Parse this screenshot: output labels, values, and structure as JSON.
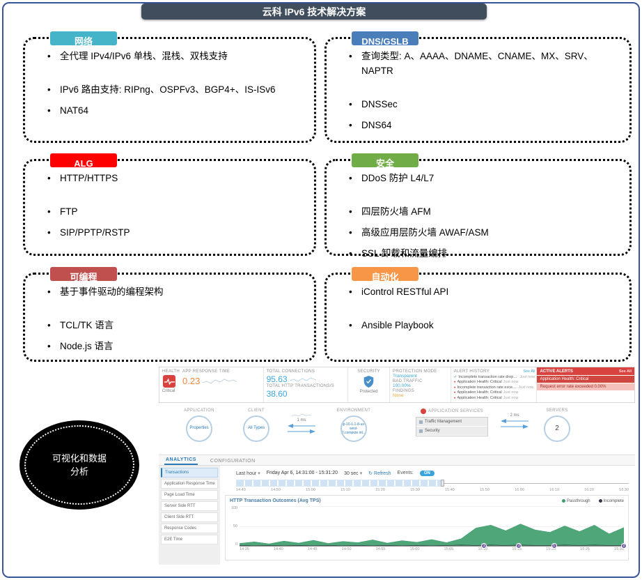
{
  "slide": {
    "title": "云科 IPv6 技术解决方案"
  },
  "boxes": [
    {
      "id": "network",
      "label": "网络",
      "color": "#45b4c8",
      "items": [
        "全代理 IPv4/IPv6 单栈、混栈、双栈支持",
        "IPv6 路由支持: RIPng、OSPFv3、BGP4+、IS-ISv6",
        "NAT64"
      ]
    },
    {
      "id": "dns",
      "label": "DNS/GSLB",
      "color": "#4a7ebb",
      "items": [
        "查询类型: A、AAAA、DNAME、CNAME、MX、SRV、NAPTR",
        "DNSSec",
        "DNS64"
      ]
    },
    {
      "id": "alg",
      "label": "ALG",
      "color": "#fe0000",
      "items": [
        "HTTP/HTTPS",
        "FTP",
        "SIP/PPTP/RSTP"
      ]
    },
    {
      "id": "security",
      "label": "安全",
      "color": "#70ad47",
      "items": [
        "DDoS 防护 L4/L7",
        "四层防火墙 AFM",
        "高级应用层防火墙 AWAF/ASM",
        "SSL 卸载和流量编排"
      ]
    },
    {
      "id": "programmable",
      "label": "可编程",
      "color": "#c0504d",
      "items": [
        "基于事件驱动的编程架构",
        "TCL/TK 语言",
        "Node.js 语言"
      ]
    },
    {
      "id": "automation",
      "label": "自动化",
      "color": "#f79646",
      "items": [
        "iControl RESTful API",
        "Ansible Playbook"
      ]
    }
  ],
  "badge": {
    "text": "可视化和数据分析"
  },
  "dashboard": {
    "health": {
      "label": "HEALTH",
      "status": "Critical",
      "metric_label": "APP RESPONSE TIME",
      "metric_value": "0.23"
    },
    "totals": {
      "connections_label": "TOTAL CONNECTIONS",
      "connections_value": "95.63",
      "transactions_label": "TOTAL HTTP TRANSACTIONS/S",
      "transactions_value": "38.60"
    },
    "security": {
      "label": "SECURITY",
      "status": "Protected",
      "pairs": [
        {
          "label": "PROTECTION MODE",
          "value": "Transparent",
          "color": "#3ba7dc"
        },
        {
          "label": "BAD TRAFFIC",
          "value": "100.00%",
          "color": "#3ba7dc"
        },
        {
          "label": "FINDINGS",
          "value": "None",
          "color": "#f0a43c"
        }
      ]
    },
    "alert_history": {
      "label": "ALERT HISTORY",
      "see_all": "See All",
      "items": [
        {
          "icon": "check",
          "text": "Incomplete transaction rate dropped below 0...",
          "time": "Just now"
        },
        {
          "icon": "dot",
          "text": "Application Health: Critical",
          "time": "Just now"
        },
        {
          "icon": "dot",
          "text": "Incomplete transaction rate exceeded 0.01%",
          "time": "Just now"
        },
        {
          "icon": "dot",
          "text": "Application Health: Critical",
          "time": "Just now"
        },
        {
          "icon": "dot",
          "text": "Application Health: Critical",
          "time": "Just now"
        }
      ]
    },
    "active_alerts": {
      "label": "ACTIVE ALERTS",
      "see_all": "See All",
      "items": [
        "Application Health: Critical",
        "Request error rate exceeded 0.00%"
      ]
    },
    "map": {
      "application_label": "APPLICATION",
      "application_node": "Properties",
      "client_label": "CLIENT",
      "client_node": "All Types",
      "client_latency": "1 ms",
      "environment_label": "ENVIRONMENT",
      "environment_node": "ip-10-1-1-8-us-west-2.compute.int...",
      "services_label": "APPLICATION SERVICES",
      "services": [
        "Traffic Management",
        "Security"
      ],
      "server_latency": "2 ms",
      "servers_label": "SERVERS",
      "servers_node": "2"
    },
    "tabs": [
      "ANALYTICS",
      "CONFIGURATION"
    ],
    "sidebar": [
      "Transactions",
      "Application Response Time",
      "Page Load Time",
      "Server Side RTT",
      "Client Side RTT",
      "Response Codes",
      "E2E Time"
    ],
    "toolbar": {
      "range": "Last hour",
      "date": "Friday Apr 6, 14:31:00 - 15:31:20",
      "interval": "30 sec",
      "refresh": "Refresh",
      "events_label": "Events:",
      "events_state": "ON"
    },
    "timeline_ticks": [
      "14:40",
      "14:50",
      "15:00",
      "15:10",
      "15:20",
      "15:30",
      "15:40",
      "15:50",
      "16:00",
      "16:10",
      "16:20",
      "16:30"
    ],
    "events": [
      {
        "at": "15:10",
        "count": "1"
      },
      {
        "at": "15:15",
        "count": "2"
      },
      {
        "at": "15:20",
        "count": "1"
      },
      {
        "at": "15:30",
        "count": "2"
      }
    ]
  },
  "chart_data": {
    "type": "area",
    "title": "HTTP Transaction Outcomes (Avg TPS)",
    "x": [
      "14:35",
      "14:40",
      "14:45",
      "14:50",
      "14:55",
      "15:00",
      "15:05",
      "15:10",
      "15:15",
      "15:20",
      "15:25",
      "15:30"
    ],
    "ylim": [
      0,
      100
    ],
    "yticks": [
      "100",
      "50",
      "0"
    ],
    "legend_position": "top-right",
    "series": [
      {
        "name": "Passthrough",
        "color": "#3f9e6e",
        "values": [
          6,
          10,
          5,
          12,
          7,
          14,
          6,
          11,
          8,
          15,
          7,
          13,
          9,
          16,
          8,
          18,
          45,
          52,
          38,
          55,
          40,
          34,
          50,
          36,
          52,
          30,
          46
        ]
      },
      {
        "name": "Incomplete",
        "color": "#333a45",
        "values": [
          1,
          0,
          1,
          0,
          1,
          0,
          1,
          0,
          1,
          0,
          1,
          0,
          1,
          0,
          1,
          2,
          1,
          2,
          1,
          2,
          1,
          1,
          2,
          1,
          2,
          1,
          1
        ]
      }
    ]
  }
}
